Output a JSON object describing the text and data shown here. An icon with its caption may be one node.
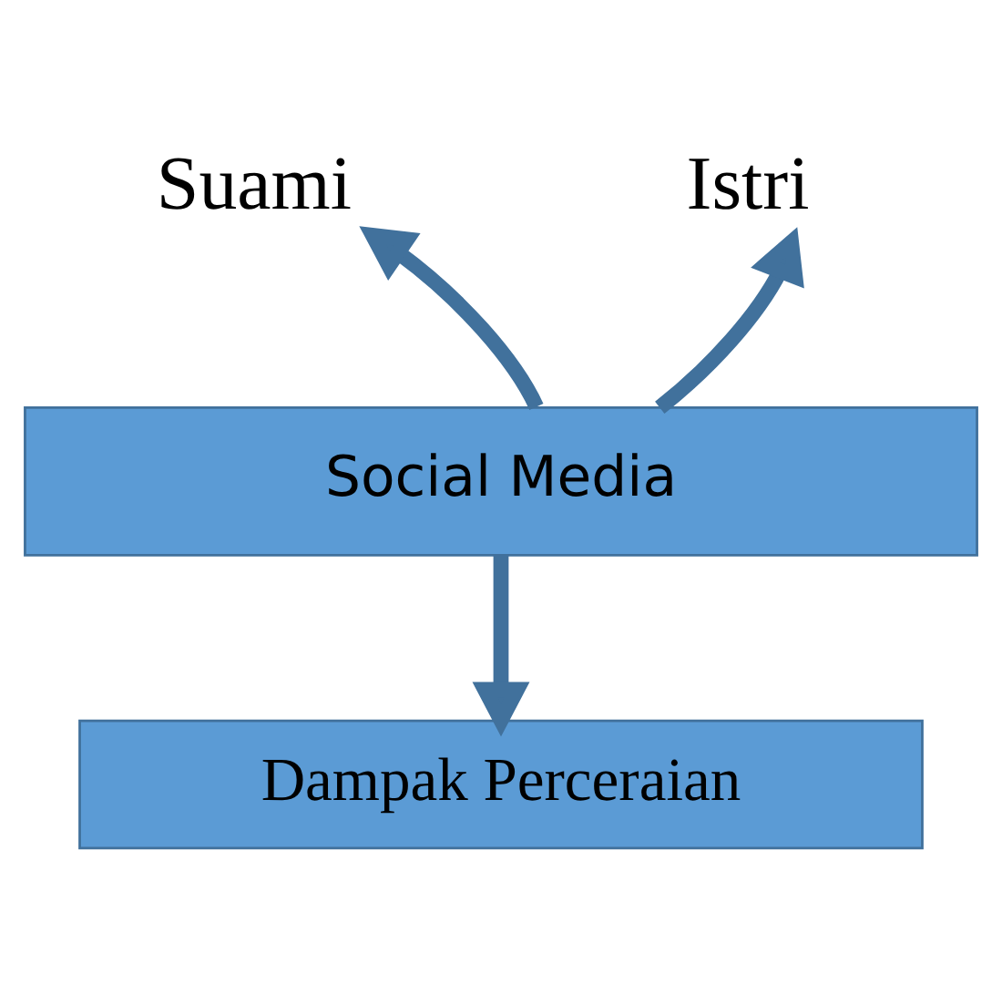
{
  "diagram": {
    "nodes": [
      {
        "text": [
          "Suami"
        ]
      },
      {
        "text": [
          "Istri"
        ]
      },
      {
        "text": [
          "Social Media"
        ]
      },
      {
        "text": [
          "Dampak Perceraian"
        ]
      }
    ],
    "edges": [
      {
        "from": 2,
        "to": 0,
        "arrow": "to"
      },
      {
        "from": 2,
        "to": 1,
        "arrow": "to"
      },
      {
        "from": 2,
        "to": 3,
        "arrow": "to"
      }
    ]
  }
}
